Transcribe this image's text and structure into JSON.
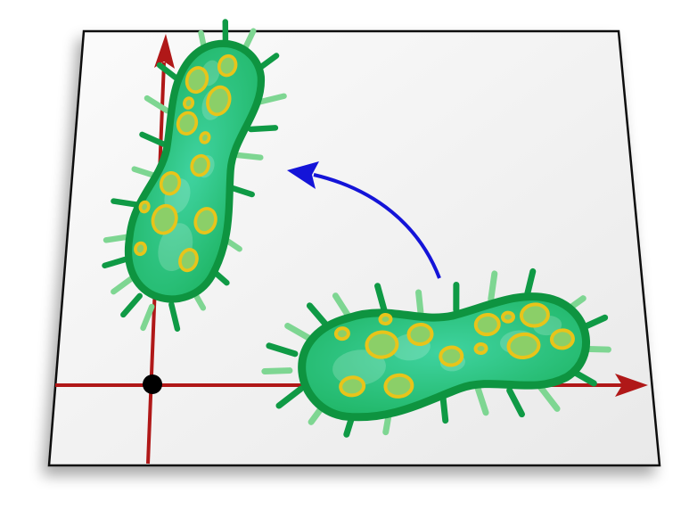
{
  "figure": {
    "palette": {
      "background": "#ffffff",
      "sheet_fill": "#f3f3f3",
      "sheet_border": "#111111",
      "axis": "#b01818",
      "origin_dot": "#000000",
      "arrow": "#1414d8",
      "body_fill": "#1fb15a",
      "body_outline": "#0e9440",
      "spike_dark": "#0f9a45",
      "spike_light": "#7ed692",
      "spot_ring": "#e8c41a",
      "spot_fill": "#8bcf68"
    },
    "icons": [
      "x-axis-arrow",
      "y-axis-arrow",
      "origin-point",
      "rotation-arrow-icon",
      "bacterium-original",
      "bacterium-rotated"
    ]
  }
}
